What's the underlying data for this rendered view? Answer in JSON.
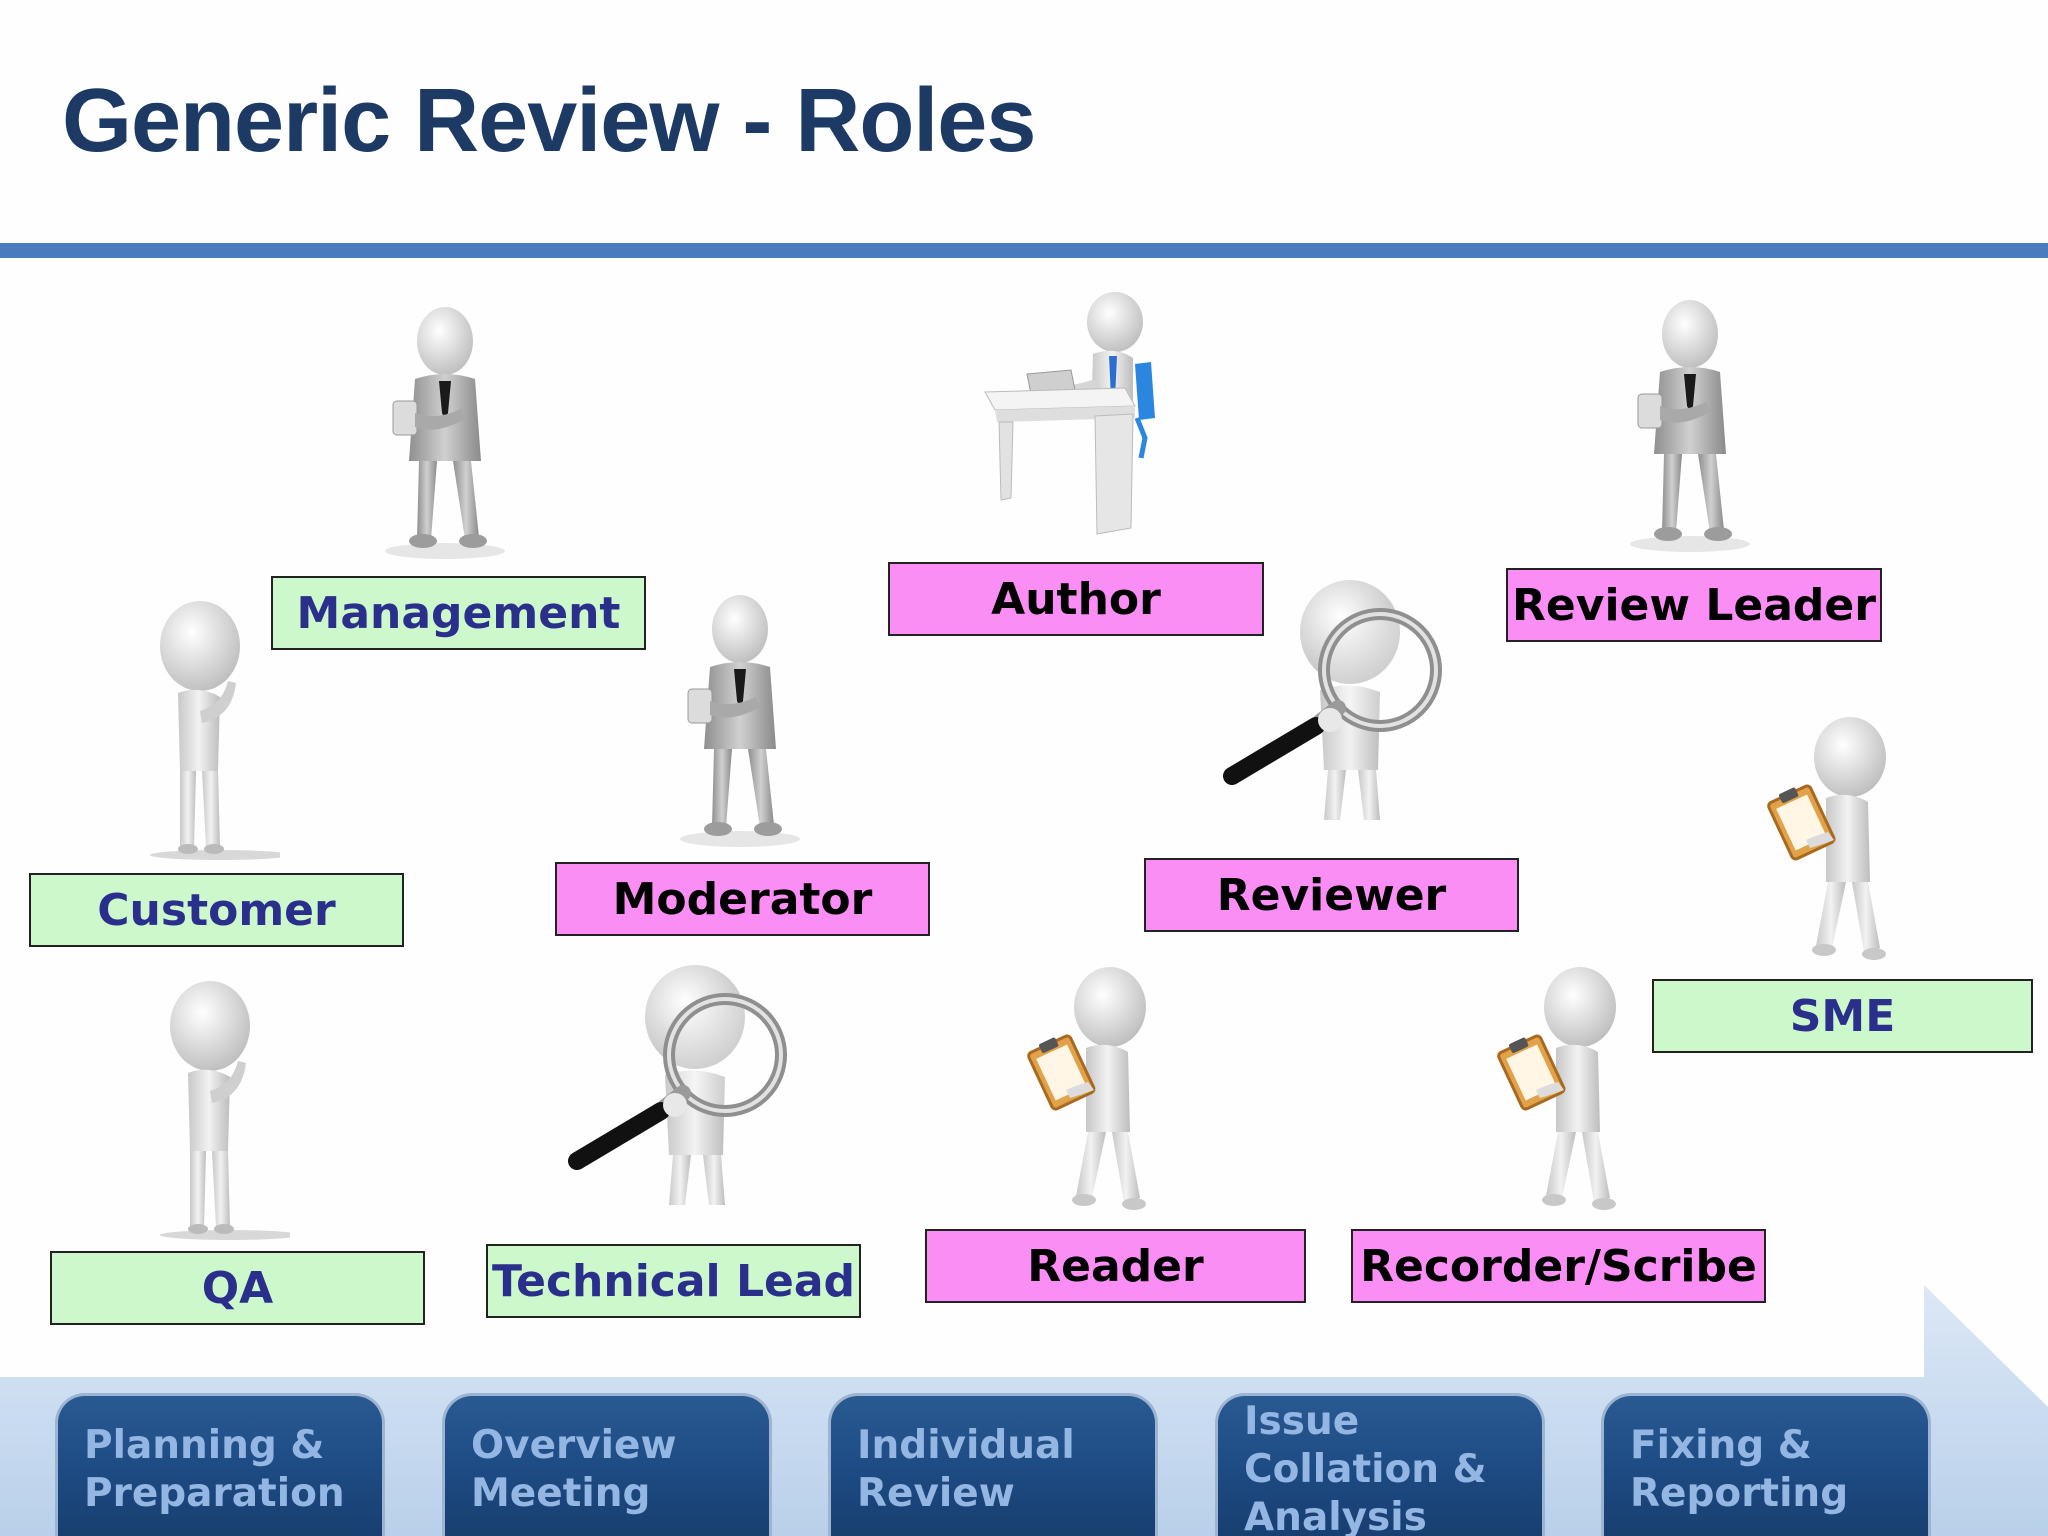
{
  "slide": {
    "title": "Generic Review - Roles"
  },
  "roles": {
    "management": "Management",
    "author": "Author",
    "review_leader": "Review Leader",
    "customer": "Customer",
    "moderator": "Moderator",
    "reviewer": "Reviewer",
    "sme": "SME",
    "qa": "QA",
    "technical_lead": "Technical Lead",
    "reader": "Reader",
    "recorder": "Recorder/Scribe"
  },
  "process_steps": [
    {
      "line1": "Planning &",
      "line2": "Preparation"
    },
    {
      "line1": "Overview",
      "line2": "Meeting"
    },
    {
      "line1": "Individual",
      "line2": "Review"
    },
    {
      "line1": "Issue",
      "line2": "Collation &",
      "line3": "Analysis"
    },
    {
      "line1": "Fixing &",
      "line2": "Reporting"
    }
  ],
  "colors": {
    "title": "#1c3a63",
    "rule": "#4a7bbf",
    "stakeholder_box": "#ccf8cc",
    "stakeholder_text": "#2a2f8c",
    "review_team_box": "#fb8ef5",
    "process_button": "#1d4a82",
    "process_text": "#94b6e2"
  },
  "icons": {
    "management": "businessman-figure-icon",
    "author": "person-at-desk-icon",
    "review_leader": "businessman-figure-icon",
    "customer": "thinking-figure-icon",
    "moderator": "businessman-figure-icon",
    "reviewer": "magnifying-glass-figure-icon",
    "sme": "clipboard-figure-icon",
    "qa": "thinking-figure-icon",
    "technical_lead": "magnifying-glass-figure-icon",
    "reader": "clipboard-figure-icon",
    "recorder": "clipboard-figure-icon"
  }
}
